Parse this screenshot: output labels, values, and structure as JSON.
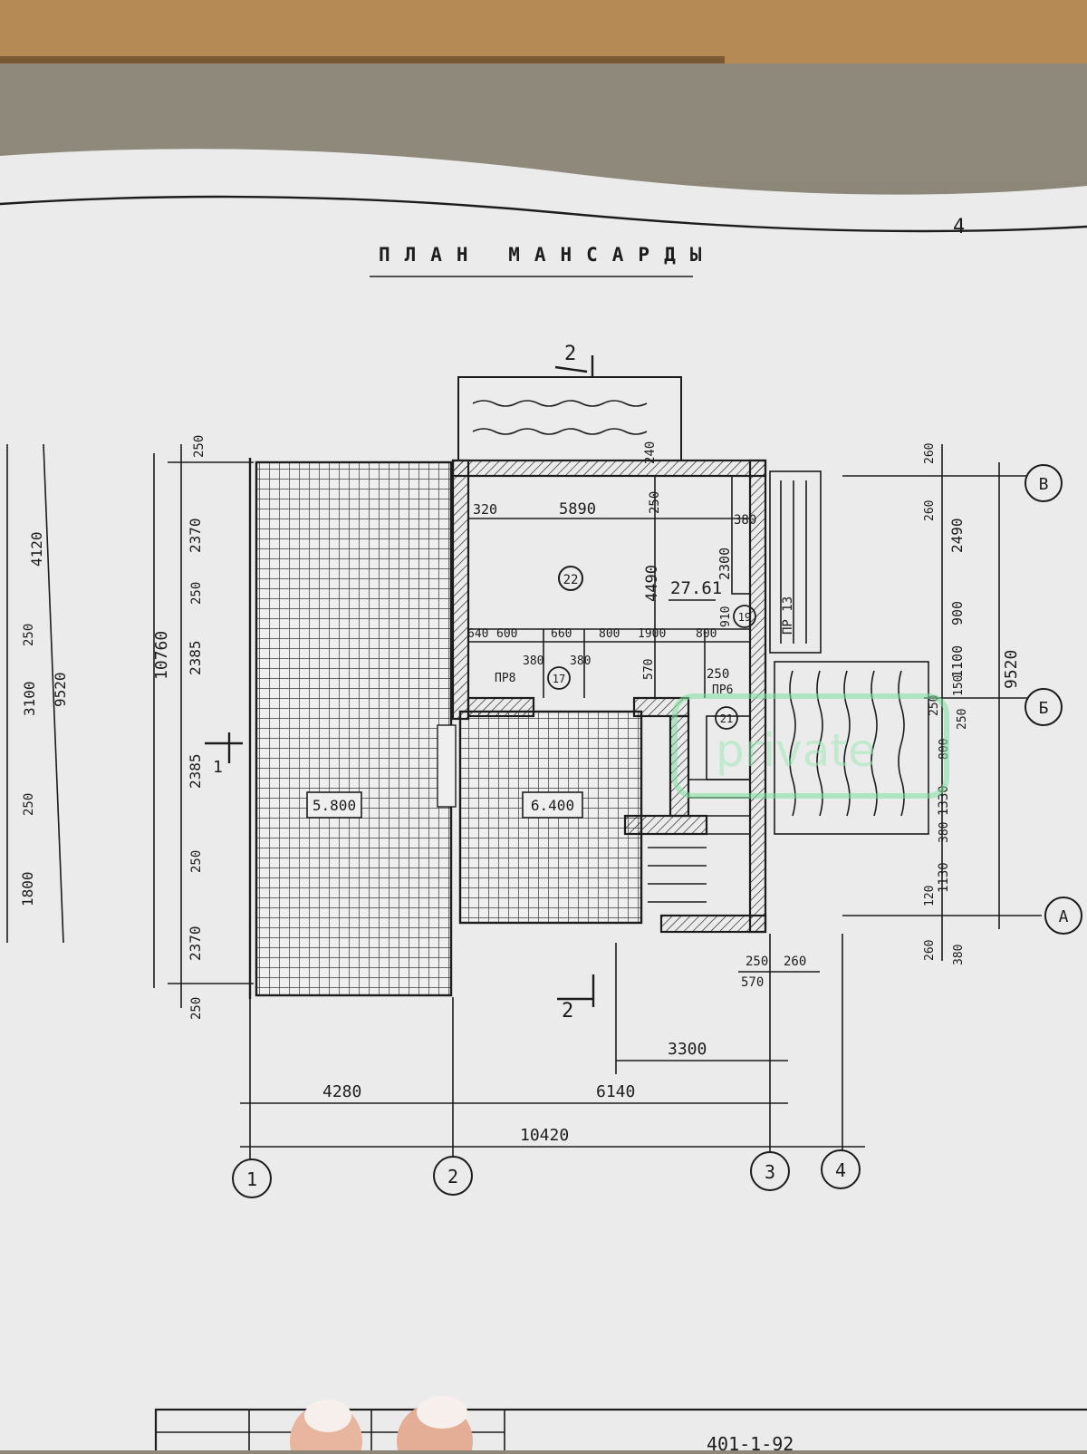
{
  "title": "ПЛАН МАНСАРДЫ",
  "sheet_number": "4",
  "section_marks": [
    "2",
    "2",
    "1"
  ],
  "axes": {
    "columns": [
      "1",
      "2",
      "3",
      "4"
    ],
    "rows": [
      "В",
      "Б",
      "А"
    ]
  },
  "rooms": {
    "room_22": "22",
    "room_22_area": "27.61",
    "room_17": "17",
    "room_19": "19",
    "room_21": "21"
  },
  "roof_labels": {
    "left": "5.800",
    "right": "6.400"
  },
  "openings": {
    "pr8": "ПР8",
    "pr6": "ПР6",
    "pr13": "ПР 13"
  },
  "dims": {
    "top_inner": [
      "320",
      "5890",
      "250",
      "380",
      "240"
    ],
    "room_vertical": [
      "4490",
      "2300",
      "910"
    ],
    "partition_row": [
      "640",
      "600",
      "660",
      "800",
      "1900",
      "800"
    ],
    "partition_small": [
      "380",
      "380",
      "570",
      "250"
    ],
    "left_chain": [
      "250",
      "2370",
      "250",
      "2385",
      "2385",
      "250",
      "2370",
      "250"
    ],
    "left_total": "10760",
    "right_chain": [
      "260",
      "260",
      "2490",
      "900",
      "1100",
      "150",
      "250",
      "250",
      "800",
      "1330",
      "380",
      "1130",
      "120",
      "260",
      "380"
    ],
    "right_total": "9520",
    "far_left": [
      "4120",
      "3100",
      "250",
      "9520",
      "1800",
      "250"
    ],
    "bottom_small": [
      "250",
      "260",
      "570"
    ],
    "bottom": {
      "d3300": "3300",
      "d4280": "4280",
      "d6140": "6140",
      "d10420": "10420"
    }
  },
  "watermark": "private",
  "stamp_text": "401-1-92"
}
